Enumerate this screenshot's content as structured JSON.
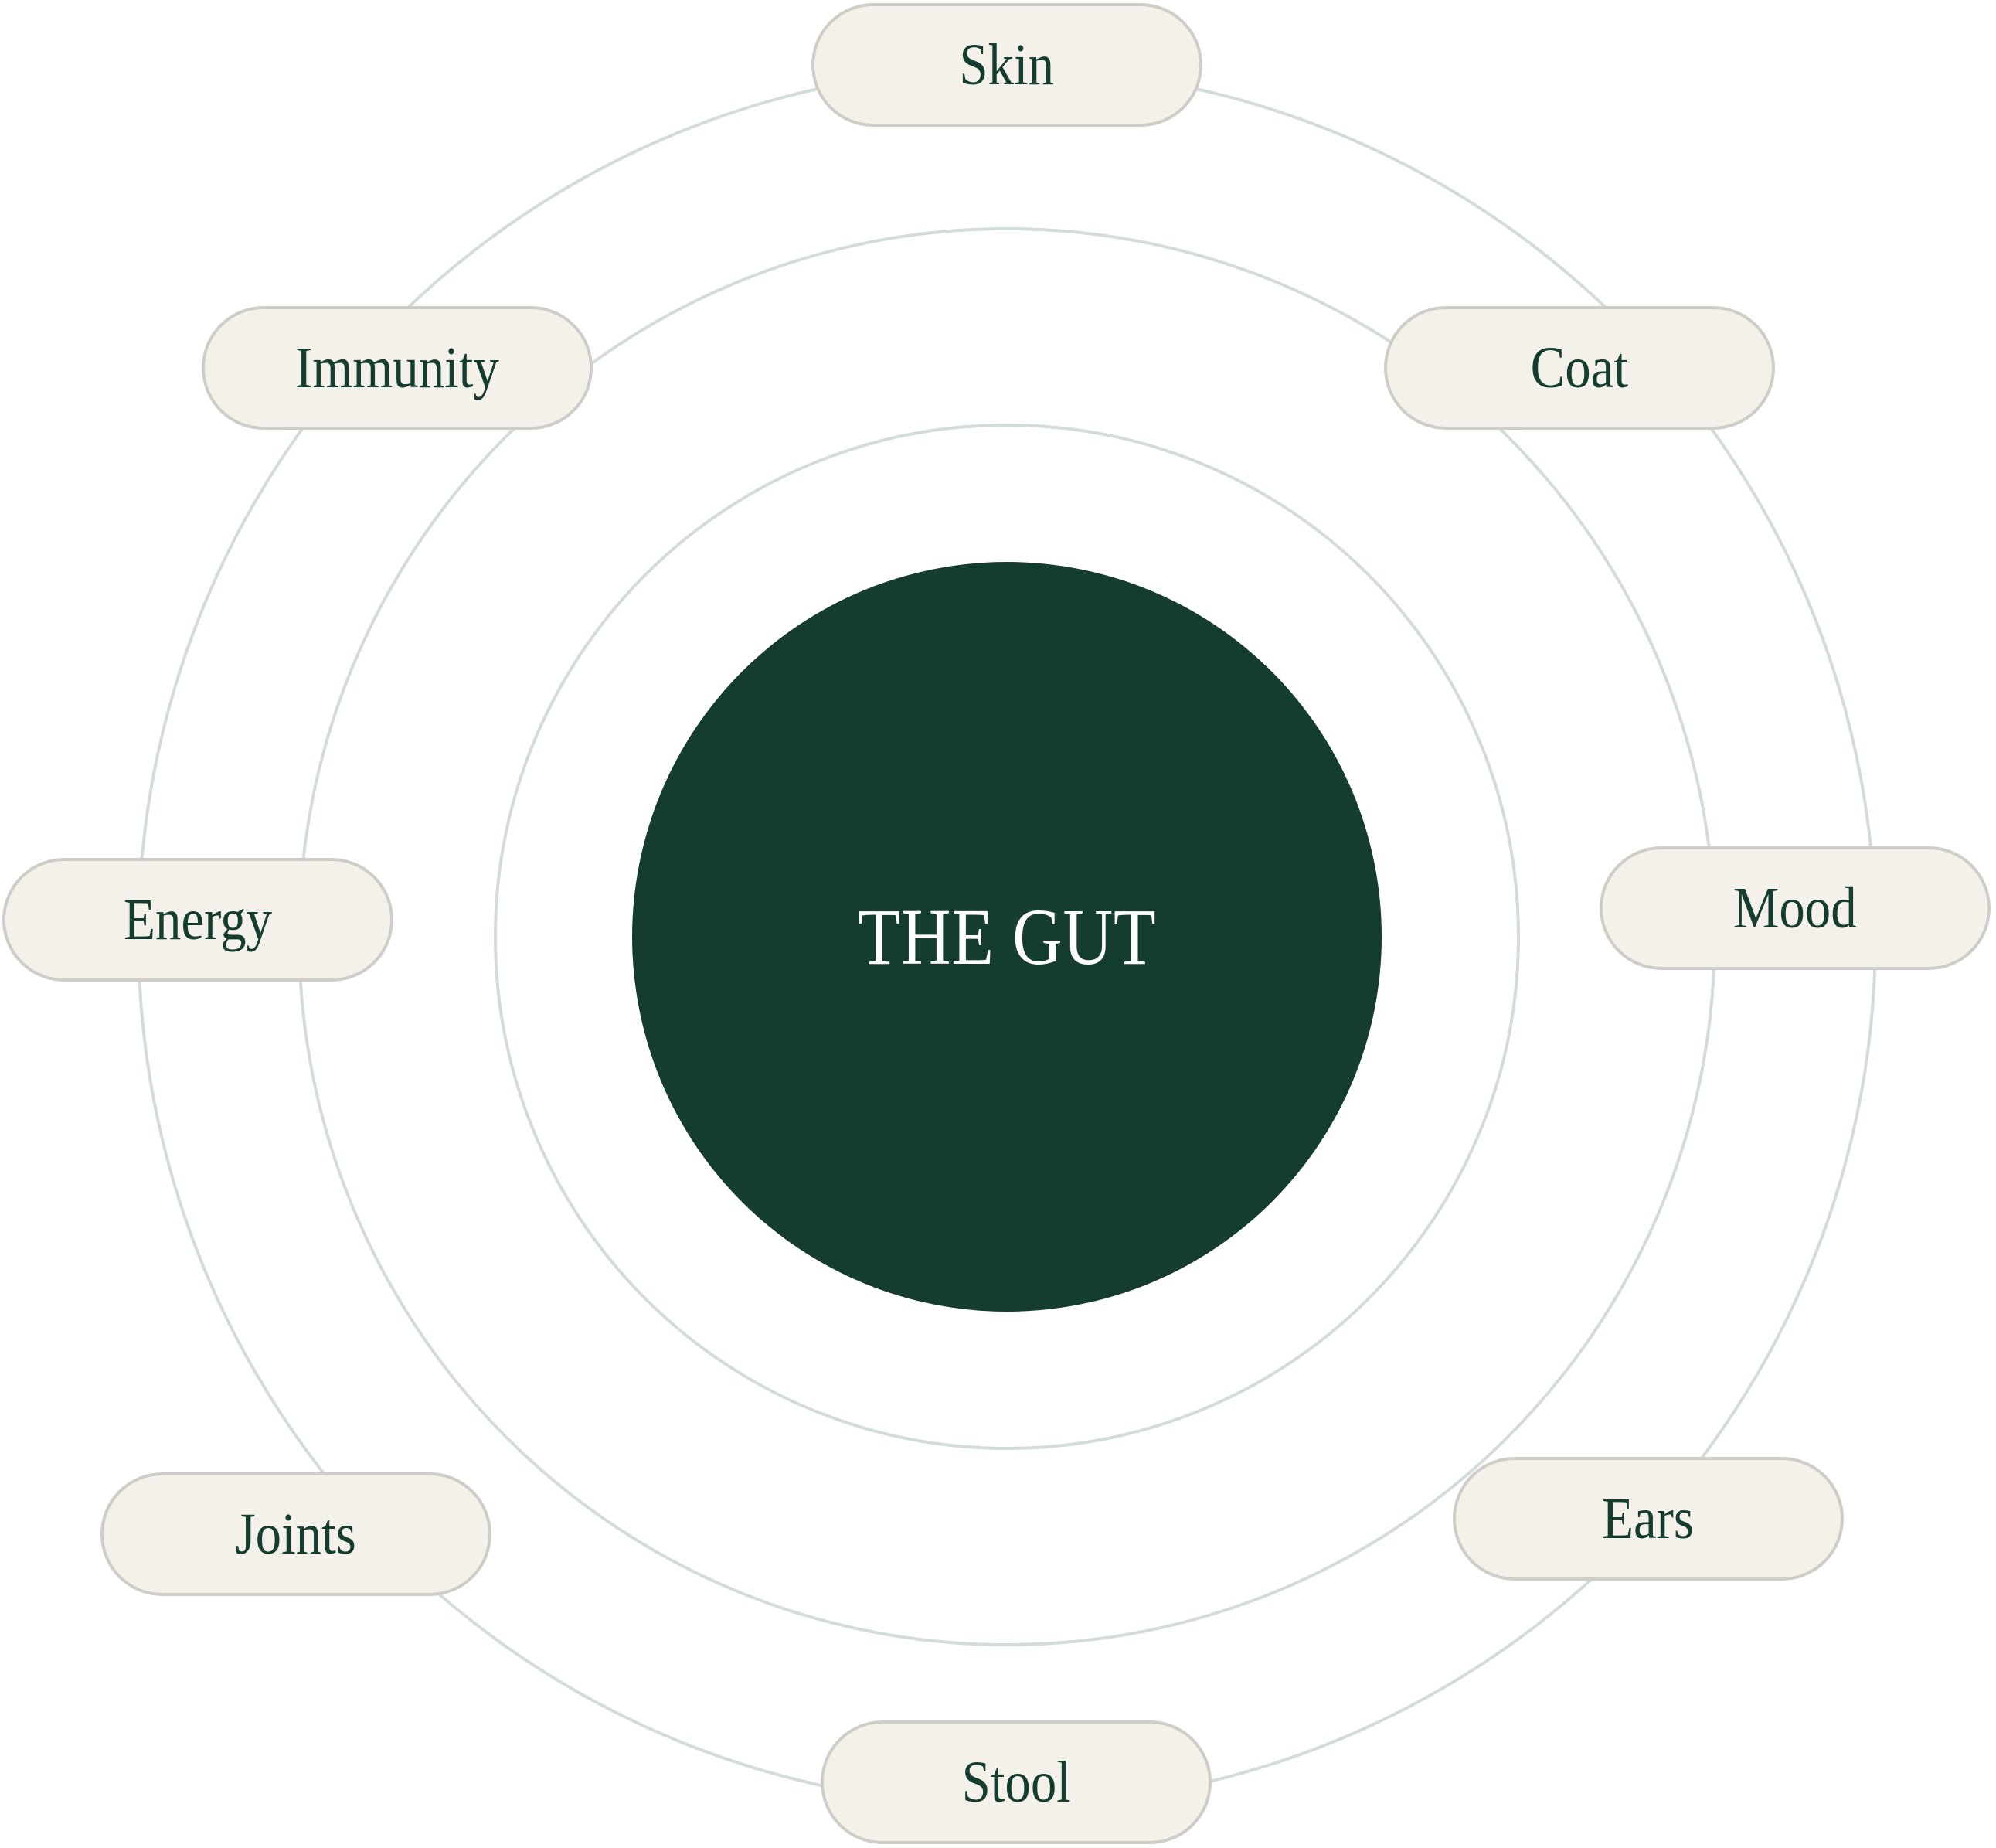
{
  "center": {
    "label": "THE GUT"
  },
  "labels": {
    "skin": "Skin",
    "coat": "Coat",
    "immunity": "Immunity",
    "mood": "Mood",
    "energy": "Energy",
    "ears": "Ears",
    "joints": "Joints",
    "stool": "Stool"
  },
  "colors": {
    "core": "#143c2f",
    "core_text": "#ffffff",
    "pill_fill": "#f4f1ea",
    "pill_border": "#cfcdc8",
    "pill_text": "#143c2f",
    "ring": "#d3dcda"
  }
}
